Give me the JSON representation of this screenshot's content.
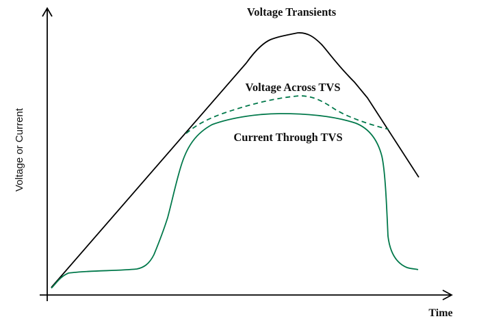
{
  "chart_data": {
    "type": "line",
    "title": "",
    "xlabel": "Time",
    "ylabel": "Voltage or Current",
    "grid": false,
    "legend": null,
    "axes": {
      "x_ticks": [],
      "y_ticks": [],
      "arrowheads": true
    },
    "annotations": [
      {
        "text": "Voltage Transients",
        "target_series": "Voltage Transients"
      },
      {
        "text": "Voltage Across TVS",
        "target_series": "Voltage Across TVS"
      },
      {
        "text": "Current Through TVS",
        "target_series": "Current Through TVS"
      }
    ],
    "series": [
      {
        "name": "Voltage Transients",
        "style": "solid",
        "color": "#000000",
        "description": "Linear ramp from origin, rounded peak, then linear decay",
        "x_rel": [
          0.02,
          0.5,
          0.6,
          0.62,
          0.64,
          0.66,
          0.7,
          0.73,
          0.76,
          0.8,
          0.85,
          0.93
        ],
        "y_rel": [
          0.03,
          0.57,
          0.76,
          0.81,
          0.85,
          0.87,
          0.88,
          0.87,
          0.82,
          0.72,
          0.57,
          0.42
        ]
      },
      {
        "name": "Voltage Across TVS",
        "style": "dashed",
        "color": "#00784a",
        "description": "Clamped voltage; branches from ramp, slight hump, rejoins decay",
        "x_rel": [
          0.34,
          0.4,
          0.48,
          0.56,
          0.63,
          0.68,
          0.73,
          0.8,
          0.85
        ],
        "y_rel": [
          0.58,
          0.61,
          0.65,
          0.68,
          0.69,
          0.67,
          0.63,
          0.6,
          0.58
        ]
      },
      {
        "name": "Current Through TVS",
        "style": "solid",
        "color": "#00784a",
        "description": "Small leakage plateau, sharp rise to flat top, sharp fall to low tail",
        "x_rel": [
          0.02,
          0.05,
          0.1,
          0.25,
          0.27,
          0.29,
          0.32,
          0.36,
          0.4,
          0.45,
          0.5,
          0.6,
          0.7,
          0.77,
          0.83,
          0.85,
          0.86,
          0.88,
          0.9,
          0.93
        ],
        "y_rel": [
          0.03,
          0.07,
          0.08,
          0.09,
          0.12,
          0.15,
          0.22,
          0.43,
          0.53,
          0.6,
          0.62,
          0.63,
          0.62,
          0.59,
          0.5,
          0.4,
          0.18,
          0.1,
          0.09,
          0.08
        ]
      }
    ]
  },
  "labels": {
    "title_voltage_transients": "Voltage Transients",
    "voltage_across_tvs": "Voltage Across TVS",
    "current_through_tvs": "Current Through TVS",
    "x_axis": "Time",
    "y_axis": "Voltage or Current"
  },
  "colors": {
    "axis": "#000000",
    "voltage_transients": "#000000",
    "tvs_green": "#00784a"
  }
}
